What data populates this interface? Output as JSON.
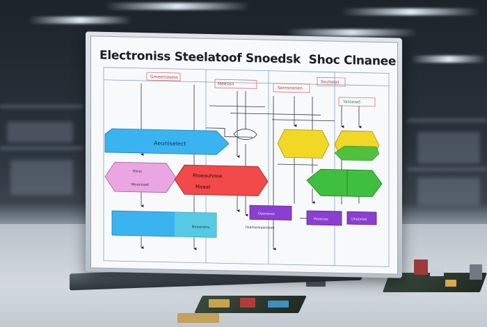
{
  "screen": {
    "title": "Electroniss Steelatoof Snoedsk",
    "title_right": "Shoc Clnanee",
    "title_tail": "ansa"
  },
  "diagram": {
    "header_labels": [
      "Gmeoniasess",
      "Meeiion",
      "Sernsnorien",
      "Soulseas",
      "Yatoewd"
    ],
    "shape_labels": {
      "blue_arrow": "Aeuniselect",
      "pink_top": "Rtnio",
      "pink_bottom": "Mnentiaet",
      "red_top": "Rtoeauhnoe",
      "red_bottom": "Maaat",
      "blue_bar": "Bosonsinu",
      "purple_left": "Oanreoso",
      "purple_caption": "Ilsamereasnreon",
      "purple_mid": "Peoesae",
      "purple_right": "Uneoroel"
    },
    "colors": {
      "blue": "#3ab4f0",
      "pink": "#e9a6e2",
      "red": "#f24a4a",
      "yellow": "#f1d726",
      "green": "#3fbf3f",
      "purple": "#8a3fd0",
      "lane_line": "#8aa0b4"
    }
  }
}
